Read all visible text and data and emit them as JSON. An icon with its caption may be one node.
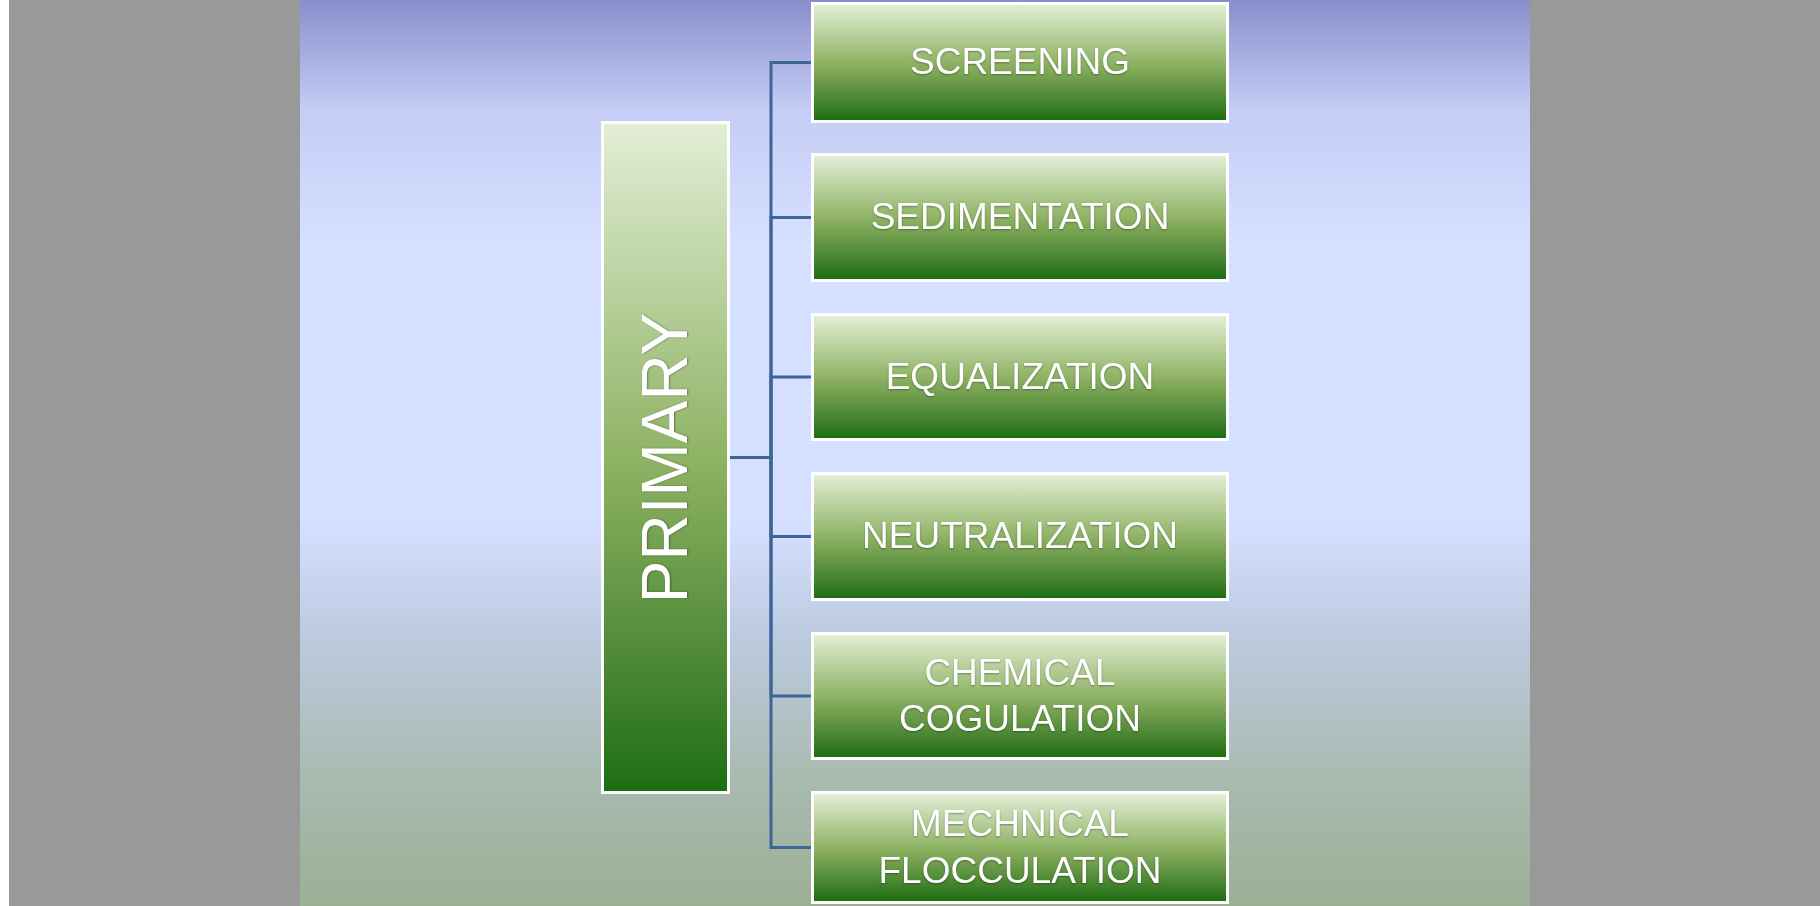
{
  "diagram": {
    "nodes": [
      {
        "text": [
          "PRIMARY"
        ]
      },
      {
        "text": [
          "SCREENING"
        ]
      },
      {
        "text": [
          "SEDIMENTATION"
        ]
      },
      {
        "text": [
          "EQUALIZATION"
        ]
      },
      {
        "text": [
          "NEUTRALIZATION"
        ]
      },
      {
        "text": [
          "CHEMICAL COGULATION"
        ]
      },
      {
        "text": [
          "MECHNICAL FLOCCULATION"
        ]
      }
    ],
    "edges": [
      {
        "from": 0,
        "to": 1,
        "arrow": "none"
      },
      {
        "from": 0,
        "to": 2,
        "arrow": "none"
      },
      {
        "from": 0,
        "to": 3,
        "arrow": "none"
      },
      {
        "from": 0,
        "to": 4,
        "arrow": "none"
      },
      {
        "from": 0,
        "to": 5,
        "arrow": "none"
      },
      {
        "from": 0,
        "to": 6,
        "arrow": "none"
      }
    ]
  }
}
